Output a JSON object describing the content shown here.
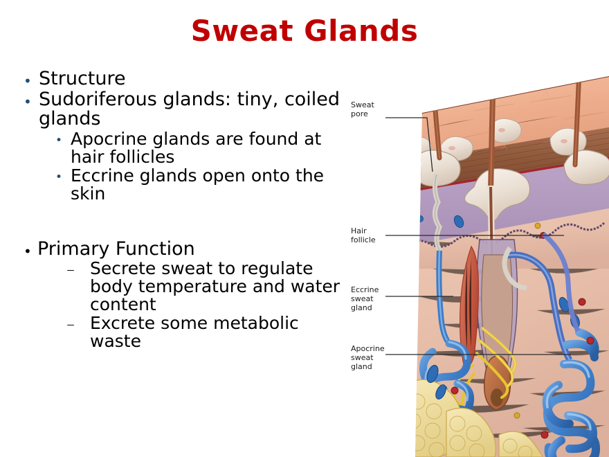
{
  "slide": {
    "title": "Sweat Glands",
    "title_color": "#C00000",
    "background_color": "#FFFFFF",
    "bullet_color": "#1F4E79",
    "text_color": "#000000"
  },
  "content": {
    "bullets": [
      {
        "level": 1,
        "marker": "bullet-dot",
        "text": "Structure"
      },
      {
        "level": 1,
        "marker": "bullet-dot",
        "text": "Sudoriferous glands: tiny, coiled glands"
      },
      {
        "level": 2,
        "marker": "bullet-dot",
        "text": "Apocrine glands are found at hair follicles"
      },
      {
        "level": 2,
        "marker": "bullet-dot",
        "text": "Eccrine glands open onto the skin"
      },
      {
        "level": 1,
        "marker": "bullet-dot-black",
        "text": "Primary Function"
      },
      {
        "level": 2,
        "marker": "dash",
        "text": "Secrete sweat to regulate body temperature and water content"
      },
      {
        "level": 2,
        "marker": "dash",
        "text": "Excrete some metabolic waste"
      }
    ],
    "markers": {
      "dot": "•",
      "dash": "–"
    }
  },
  "figure": {
    "alt_name": "skin-cross-section-diagram",
    "labels": [
      {
        "id": "sweat-pore",
        "text": "Sweat\npore"
      },
      {
        "id": "hair-follicle",
        "text": "Hair\nfollicle"
      },
      {
        "id": "eccrine",
        "text": "Eccrine\nsweat\ngland"
      },
      {
        "id": "apocrine",
        "text": "Apocrine\nsweat\ngland"
      }
    ],
    "colors": {
      "skin_surface": "#EFAF8E",
      "epidermis_brown": "#9C6141",
      "dermis_purple": "#B39CBF",
      "dermis_pink": "#E8C1AD",
      "gland_blue": "#3D7BC6",
      "adipose_yellow": "#EFDD9A",
      "nerve_yellow": "#E8C832",
      "muscle_red": "#C85A4A",
      "hair_brown": "#8B4B34",
      "vessel_red": "#B62A2A",
      "sweat_droplet": "#EDE4DA"
    }
  }
}
